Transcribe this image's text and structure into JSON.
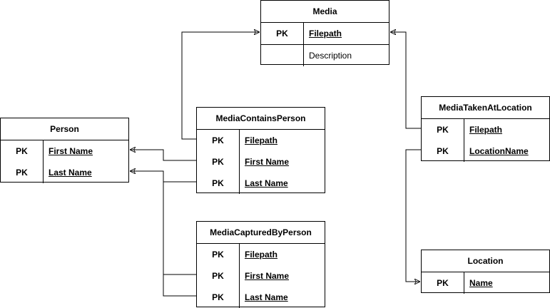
{
  "entities": {
    "media": {
      "title": "Media",
      "rows": [
        {
          "key": "PK",
          "attr": "Filepath"
        },
        {
          "key": "",
          "attr": "Description"
        }
      ]
    },
    "person": {
      "title": "Person",
      "rows": [
        {
          "key": "PK",
          "attr": "First Name"
        },
        {
          "key": "PK",
          "attr": "Last Name"
        }
      ]
    },
    "media_contains_person": {
      "title": "MediaContainsPerson",
      "rows": [
        {
          "key": "PK",
          "attr": "Filepath"
        },
        {
          "key": "PK",
          "attr": "First Name"
        },
        {
          "key": "PK",
          "attr": "Last Name"
        }
      ]
    },
    "media_captured_by_person": {
      "title": "MediaCapturedByPerson",
      "rows": [
        {
          "key": "PK",
          "attr": "Filepath"
        },
        {
          "key": "PK",
          "attr": "First Name"
        },
        {
          "key": "PK",
          "attr": "Last Name"
        }
      ]
    },
    "media_taken_at_location": {
      "title": "MediaTakenAtLocation",
      "rows": [
        {
          "key": "PK",
          "attr": "Filepath"
        },
        {
          "key": "PK",
          "attr": "LocationName"
        }
      ]
    },
    "location": {
      "title": "Location",
      "rows": [
        {
          "key": "PK",
          "attr": "Name"
        }
      ]
    }
  }
}
